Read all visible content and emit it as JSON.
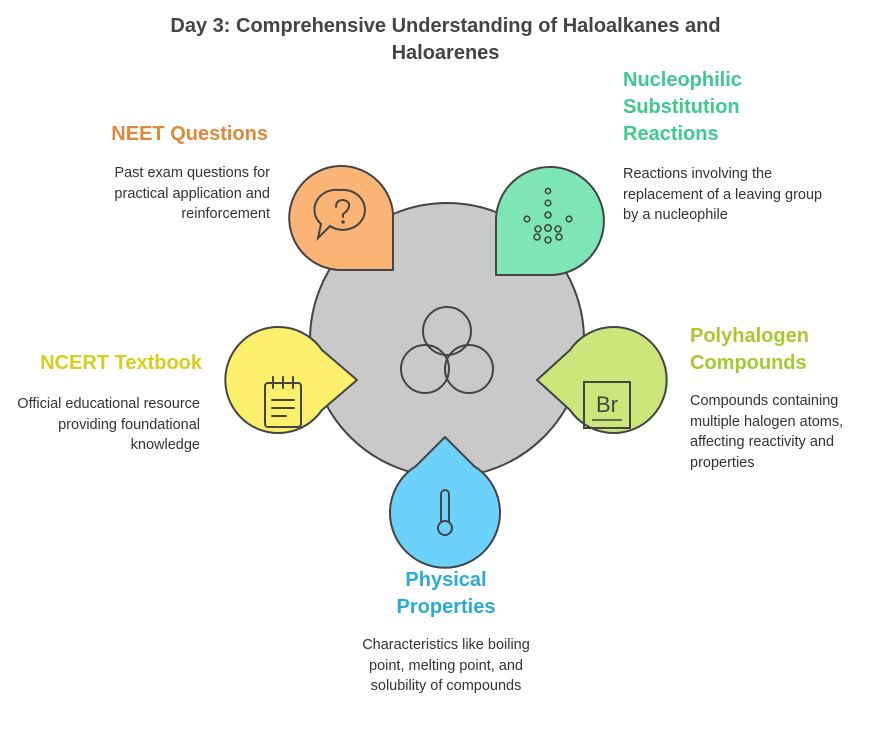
{
  "title": "Day 3: Comprehensive Understanding of Haloalkanes and Haloarenes",
  "center": {
    "icon": "three-circles-venn-icon"
  },
  "sections": {
    "neet": {
      "heading": "NEET Questions",
      "description": "Past exam questions for practical application and reinforcement",
      "color": "#e0883a",
      "fill": "#fbb476",
      "icon": "question-chat-icon"
    },
    "nucleophilic": {
      "heading": "Nucleophilic Substitution Reactions",
      "description": "Reactions involving the replacement of a leaving group by a nucleophile",
      "color": "#3ec98e",
      "fill": "#7ee6b6",
      "icon": "dots-arrow-icon"
    },
    "ncert": {
      "heading": "NCERT Textbook",
      "description": "Official educational resource providing foundational knowledge",
      "color": "#d8cd1c",
      "fill": "#fcef6c",
      "icon": "notepad-icon"
    },
    "polyhalogen": {
      "heading": "Polyhalogen Compounds",
      "description": "Compounds containing multiple halogen atoms, affecting reactivity and properties",
      "color": "#a7c930",
      "fill": "#cde57a",
      "icon": "bromine-element-icon",
      "icon_text": "Br"
    },
    "physical": {
      "heading": "Physical Properties",
      "description": "Characteristics like boiling point, melting point, and solubility of compounds",
      "color": "#2aaad8",
      "fill": "#6dd2fb",
      "icon": "thermometer-icon"
    }
  }
}
